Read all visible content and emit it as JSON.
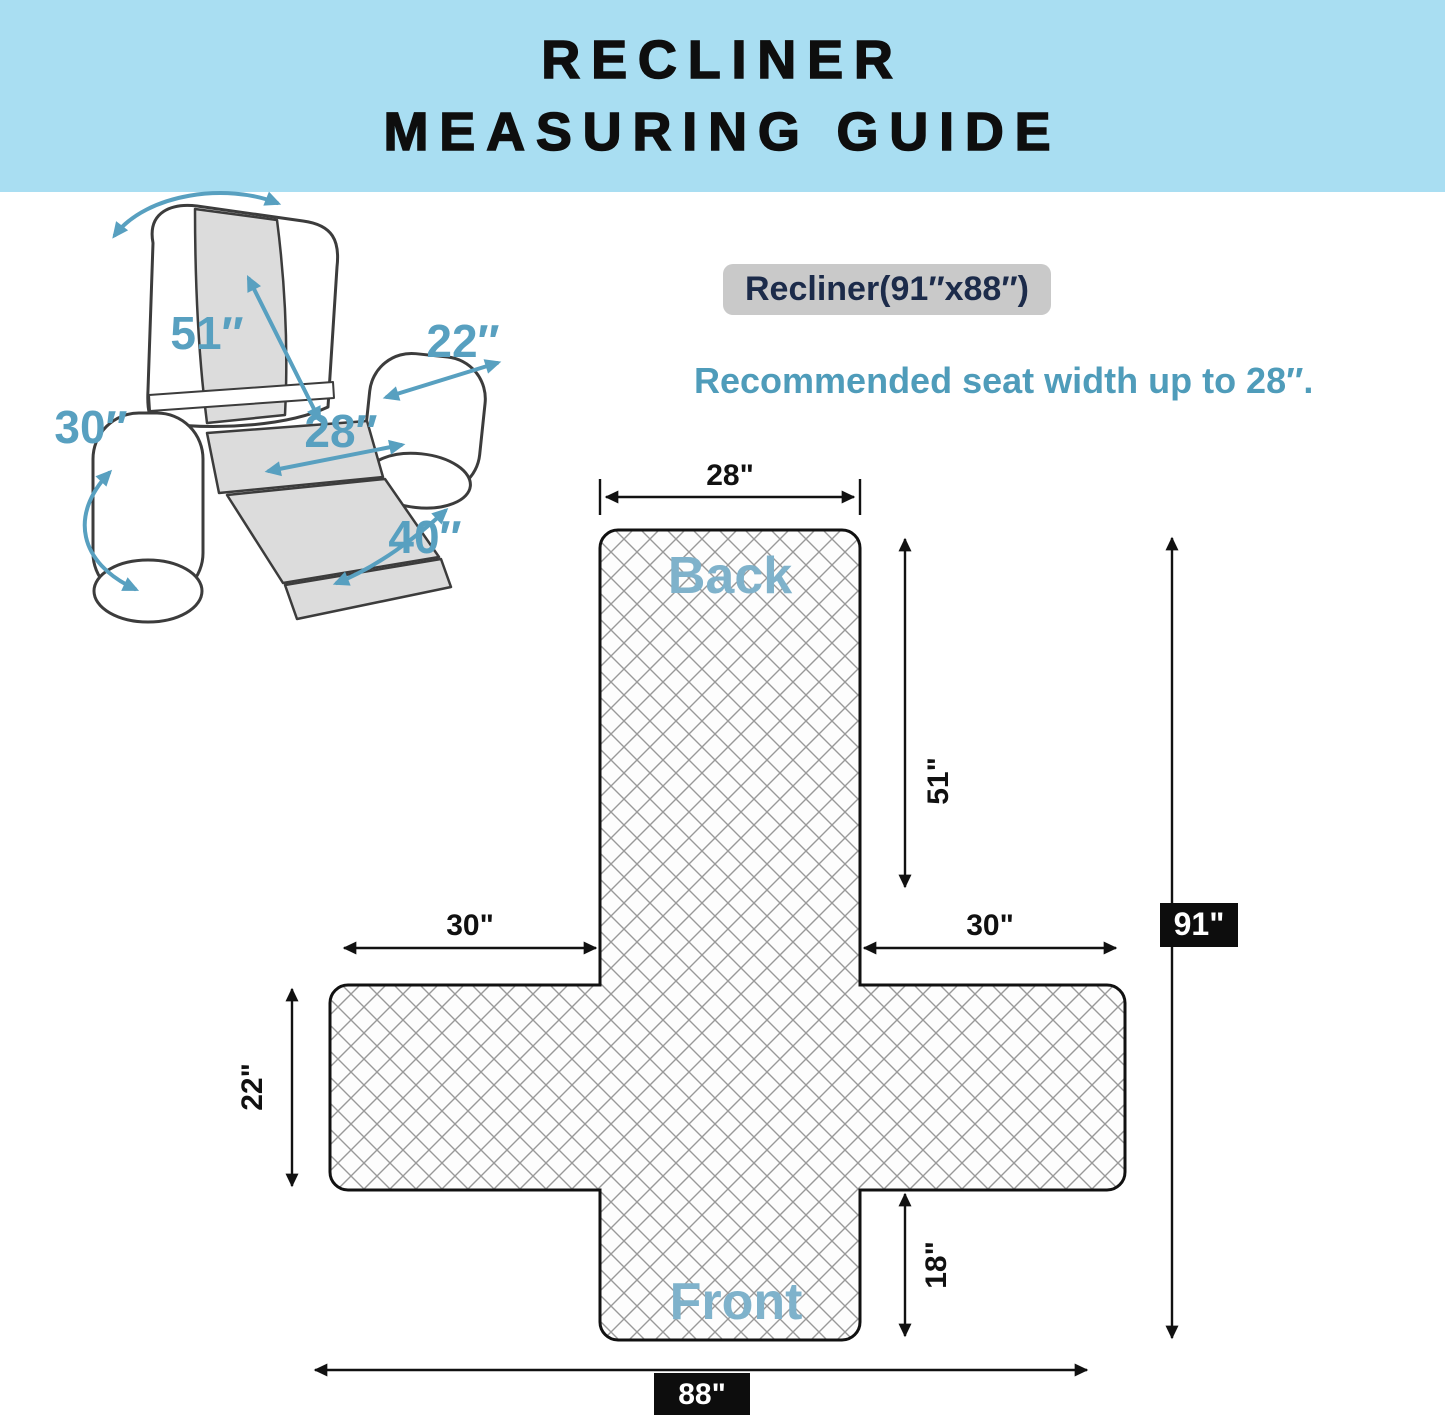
{
  "header": {
    "title_line1": "RECLINER",
    "title_line2": "MEASURING GUIDE"
  },
  "info": {
    "product_label": "Recliner(91″x88″)",
    "recommendation": "Recommended seat width up to 28″."
  },
  "chair": {
    "back_height": "51″",
    "arm_length": "22″",
    "seat_width": "28″",
    "arm_wrap": "30″",
    "footrest_length": "40″"
  },
  "cover": {
    "back_label": "Back",
    "front_label": "Front",
    "top_width": "28\"",
    "back_length": "51\"",
    "left_arm": "30\"",
    "right_arm": "30\"",
    "arm_height": "22\"",
    "front_drop": "18\"",
    "total_length": "91\"",
    "total_width": "88\""
  },
  "colors": {
    "header_bg": "#a9def2",
    "accent_blue": "#58a0c0",
    "zone_label_blue": "#7fb2cb",
    "product_chip_bg": "#c9c9c9",
    "product_text": "#1c2b4a",
    "dimension_black": "#111111"
  }
}
